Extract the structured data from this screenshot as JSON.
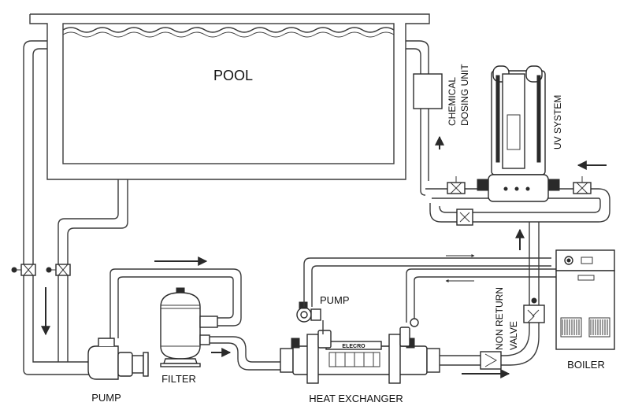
{
  "labels": {
    "pool": "POOL",
    "chemical_dosing_unit_line1": "CHEMICAL",
    "chemical_dosing_unit_line2": "DOSING UNIT",
    "uv_system": "UV SYSTEM",
    "pump_booster": "PUMP",
    "pump_main": "PUMP",
    "filter": "FILTER",
    "heat_exchanger": "HEAT EXCHANGER",
    "non_return_valve_line1": "NON RETURN",
    "non_return_valve_line2": "VALVE",
    "boiler": "BOILER",
    "heat_exchanger_brand": "ELECRO"
  },
  "colors": {
    "line": "#3a3a3a",
    "equipment_fill": "#ffffff",
    "water": "#2a2a2a",
    "dark_parts": "#2a2a2a"
  },
  "icons": [
    "arrow-icon",
    "valve-icon",
    "pump-icon",
    "filter-icon",
    "boiler-icon",
    "uv-lamp-icon"
  ]
}
